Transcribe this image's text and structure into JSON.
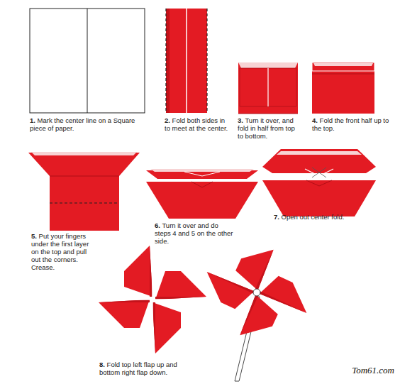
{
  "diagram": {
    "labels": [
      "1.",
      "Mark the center line on a Square piece of paper.",
      "2.",
      "Fold both sides in to meet at the center.",
      "3.",
      "Turn it over, and fold in half from top to bottom.",
      "4.",
      "Fold the front half up to the top.",
      "5.",
      "Put your fingers under the first layer on the top and pull out the corners. Crease.",
      "6.",
      "Turn it over and do steps 4 and 5 on the other side.",
      "7.",
      "Open out center fold.",
      "8.",
      "Fold top left flap up and bottom right flap down.",
      "Tom61.com"
    ]
  }
}
